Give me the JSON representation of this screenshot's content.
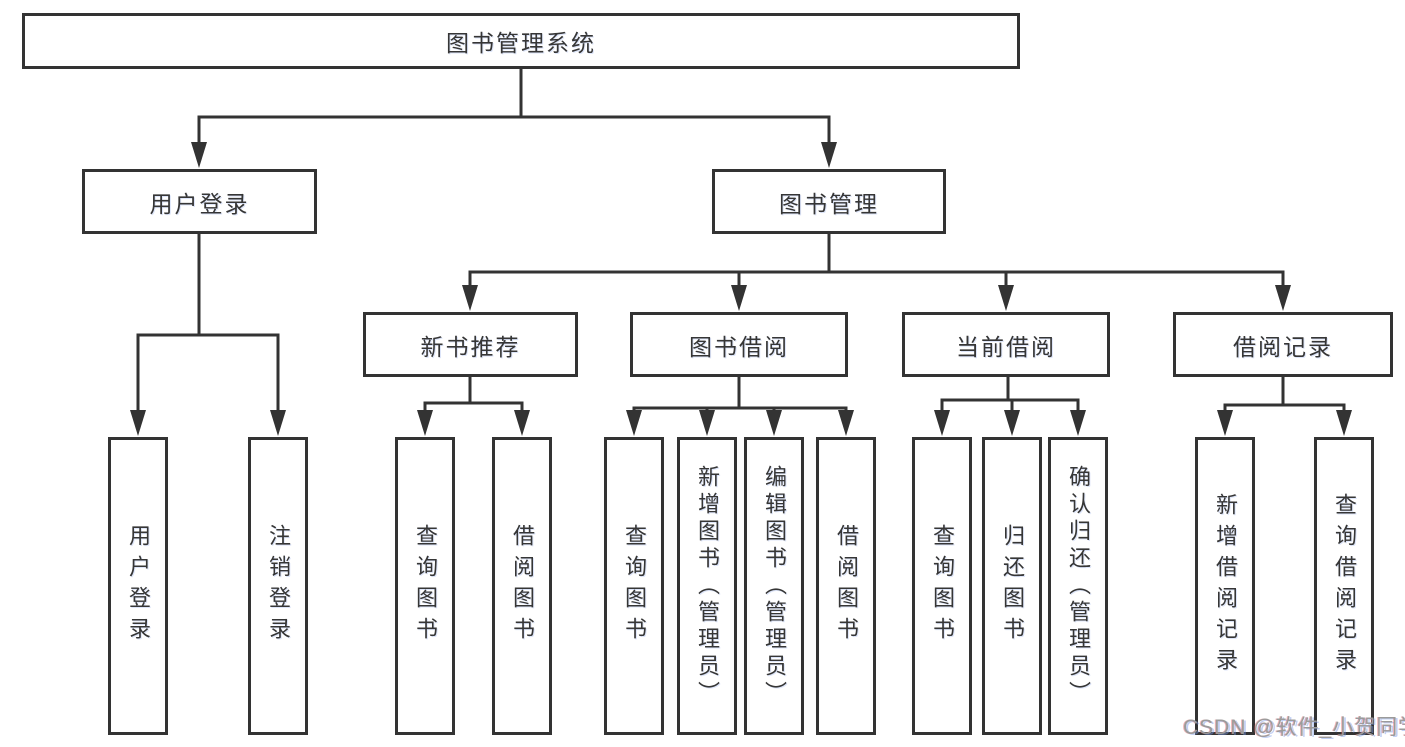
{
  "nodes": {
    "root": "图书管理系统",
    "level2": {
      "user_login": "用户登录",
      "book_management": "图书管理"
    },
    "level3": {
      "new_book_recommend": "新书推荐",
      "book_borrow": "图书借阅",
      "current_borrow": "当前借阅",
      "borrow_record": "借阅记录"
    },
    "leaves": {
      "user_login": [
        "用户登录",
        "注销登录"
      ],
      "new_book_recommend": [
        "查询图书",
        "借阅图书"
      ],
      "book_borrow": [
        "查询图书",
        "新增图书（管理员）",
        "编辑图书（管理员）",
        "借阅图书"
      ],
      "current_borrow": [
        "查询图书",
        "归还图书",
        "确认归还（管理员）"
      ],
      "borrow_record": [
        "新增借阅记录",
        "查询借阅记录"
      ]
    }
  },
  "watermark": "CSDN @软件_小贺同学",
  "colors": {
    "line": "#333333",
    "text": "#363636",
    "background": "#ffffff",
    "watermark": "#9b9b9b"
  }
}
